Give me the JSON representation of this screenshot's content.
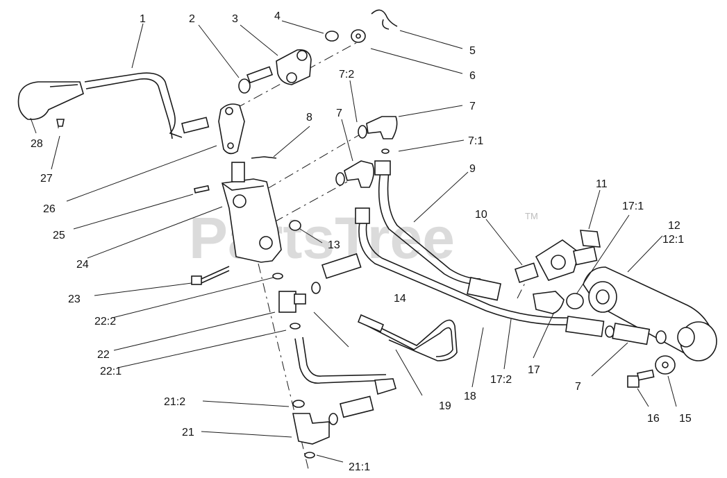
{
  "watermark": {
    "text": "PartsTree",
    "mark": "TM"
  },
  "callouts": [
    {
      "id": "c1",
      "text": "1"
    },
    {
      "id": "c2",
      "text": "2"
    },
    {
      "id": "c3",
      "text": "3"
    },
    {
      "id": "c4",
      "text": "4"
    },
    {
      "id": "c5",
      "text": "5"
    },
    {
      "id": "c6",
      "text": "6"
    },
    {
      "id": "c72",
      "text": "7:2"
    },
    {
      "id": "c7a",
      "text": "7"
    },
    {
      "id": "c7b",
      "text": "7"
    },
    {
      "id": "c71",
      "text": "7:1"
    },
    {
      "id": "c8",
      "text": "8"
    },
    {
      "id": "c9",
      "text": "9"
    },
    {
      "id": "c10",
      "text": "10"
    },
    {
      "id": "c11",
      "text": "11"
    },
    {
      "id": "c171",
      "text": "17:1"
    },
    {
      "id": "c12",
      "text": "12"
    },
    {
      "id": "c121",
      "text": "12:1"
    },
    {
      "id": "c13",
      "text": "13"
    },
    {
      "id": "c14",
      "text": "14"
    },
    {
      "id": "c15",
      "text": "15"
    },
    {
      "id": "c16",
      "text": "16"
    },
    {
      "id": "c7c",
      "text": "7"
    },
    {
      "id": "c17",
      "text": "17"
    },
    {
      "id": "c172",
      "text": "17:2"
    },
    {
      "id": "c18",
      "text": "18"
    },
    {
      "id": "c19",
      "text": "19"
    },
    {
      "id": "c211",
      "text": "21:1"
    },
    {
      "id": "c21",
      "text": "21"
    },
    {
      "id": "c212",
      "text": "21:2"
    },
    {
      "id": "c221",
      "text": "22:1"
    },
    {
      "id": "c22",
      "text": "22"
    },
    {
      "id": "c222",
      "text": "22:2"
    },
    {
      "id": "c23",
      "text": "23"
    },
    {
      "id": "c24",
      "text": "24"
    },
    {
      "id": "c25",
      "text": "25"
    },
    {
      "id": "c26",
      "text": "26"
    },
    {
      "id": "c27",
      "text": "27"
    },
    {
      "id": "c28",
      "text": "28"
    }
  ]
}
